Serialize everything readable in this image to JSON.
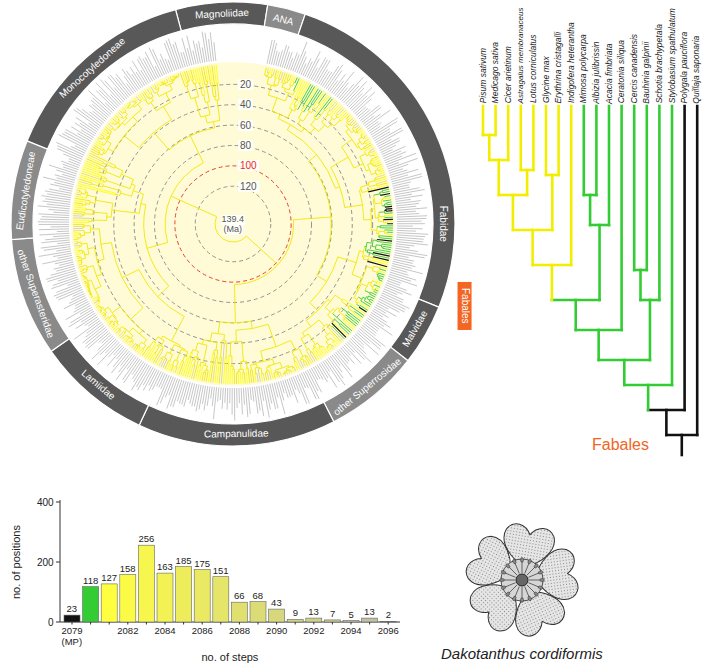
{
  "diagram": {
    "nodes": [
      {
        "text": [
          "Magnoliidae"
        ]
      },
      {
        "text": [
          "ANA"
        ]
      },
      {
        "text": [
          "Fabidae"
        ]
      },
      {
        "text": [
          "Malvidae"
        ]
      },
      {
        "text": [
          "other Superrosidae"
        ]
      },
      {
        "text": [
          "Campanulidae"
        ]
      },
      {
        "text": [
          "Lamiidae"
        ]
      },
      {
        "text": [
          "other Superasteridae"
        ]
      },
      {
        "text": [
          "Eudicotyledoneae"
        ]
      },
      {
        "text": [
          "Monocotyledoneae"
        ]
      },
      {
        "text": [
          "Fabales"
        ]
      }
    ],
    "labels": [
      "20",
      "40",
      "60",
      "80",
      "100",
      "120",
      "139.4",
      "(Ma)",
      "Pisum sativum",
      "Medicago sativa",
      "Cicer arietinum",
      "Astragalus membranaceus",
      "Lotus corniculatus",
      "Glycine max",
      "Erythrina cristagalli",
      "Indigofera heterantha",
      "Mimosa polycarpa",
      "Albizia julibrissin",
      "Acacia fimbriata",
      "Ceratonia siliqua",
      "Cercis canadensis",
      "Bauhinia galpinii",
      "Schotia brachypetala",
      "Stylobasium spathulatum",
      "Polygala pauciflora",
      "Quillaja saponaria",
      "Fabales",
      "400",
      "200",
      "0",
      "no. of positions",
      "23",
      "118",
      "127",
      "158",
      "256",
      "163",
      "185",
      "175",
      "151",
      "66",
      "68",
      "43",
      "9",
      "13",
      "7",
      "5",
      "13",
      "2",
      "2079",
      "(MP)",
      "2082",
      "2084",
      "2086",
      "2088",
      "2090",
      "2092",
      "2094",
      "2096",
      "no. of steps",
      "Dakotanthus cordiformis"
    ]
  }
}
